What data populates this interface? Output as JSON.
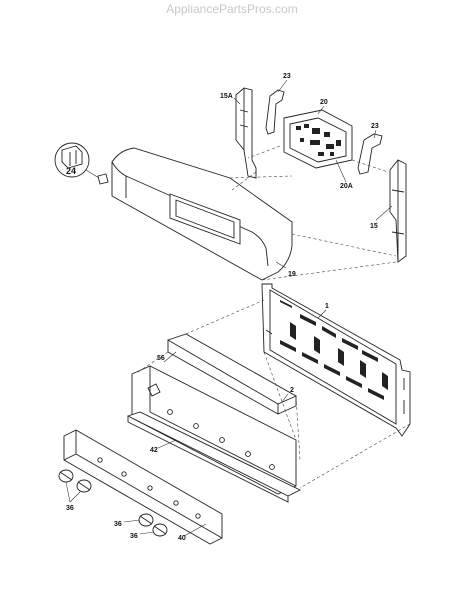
{
  "watermark": "AppliancePartsPros.com",
  "callouts": {
    "c15a": "15A",
    "c23a": "23",
    "c20": "20",
    "c23b": "23",
    "c24": "24",
    "c20a": "20A",
    "c15": "15",
    "c19": "19",
    "c1": "1",
    "c56": "56",
    "c2": "2",
    "c42": "42",
    "c36a": "36",
    "c36b": "36",
    "c36c": "36",
    "c40": "40"
  }
}
